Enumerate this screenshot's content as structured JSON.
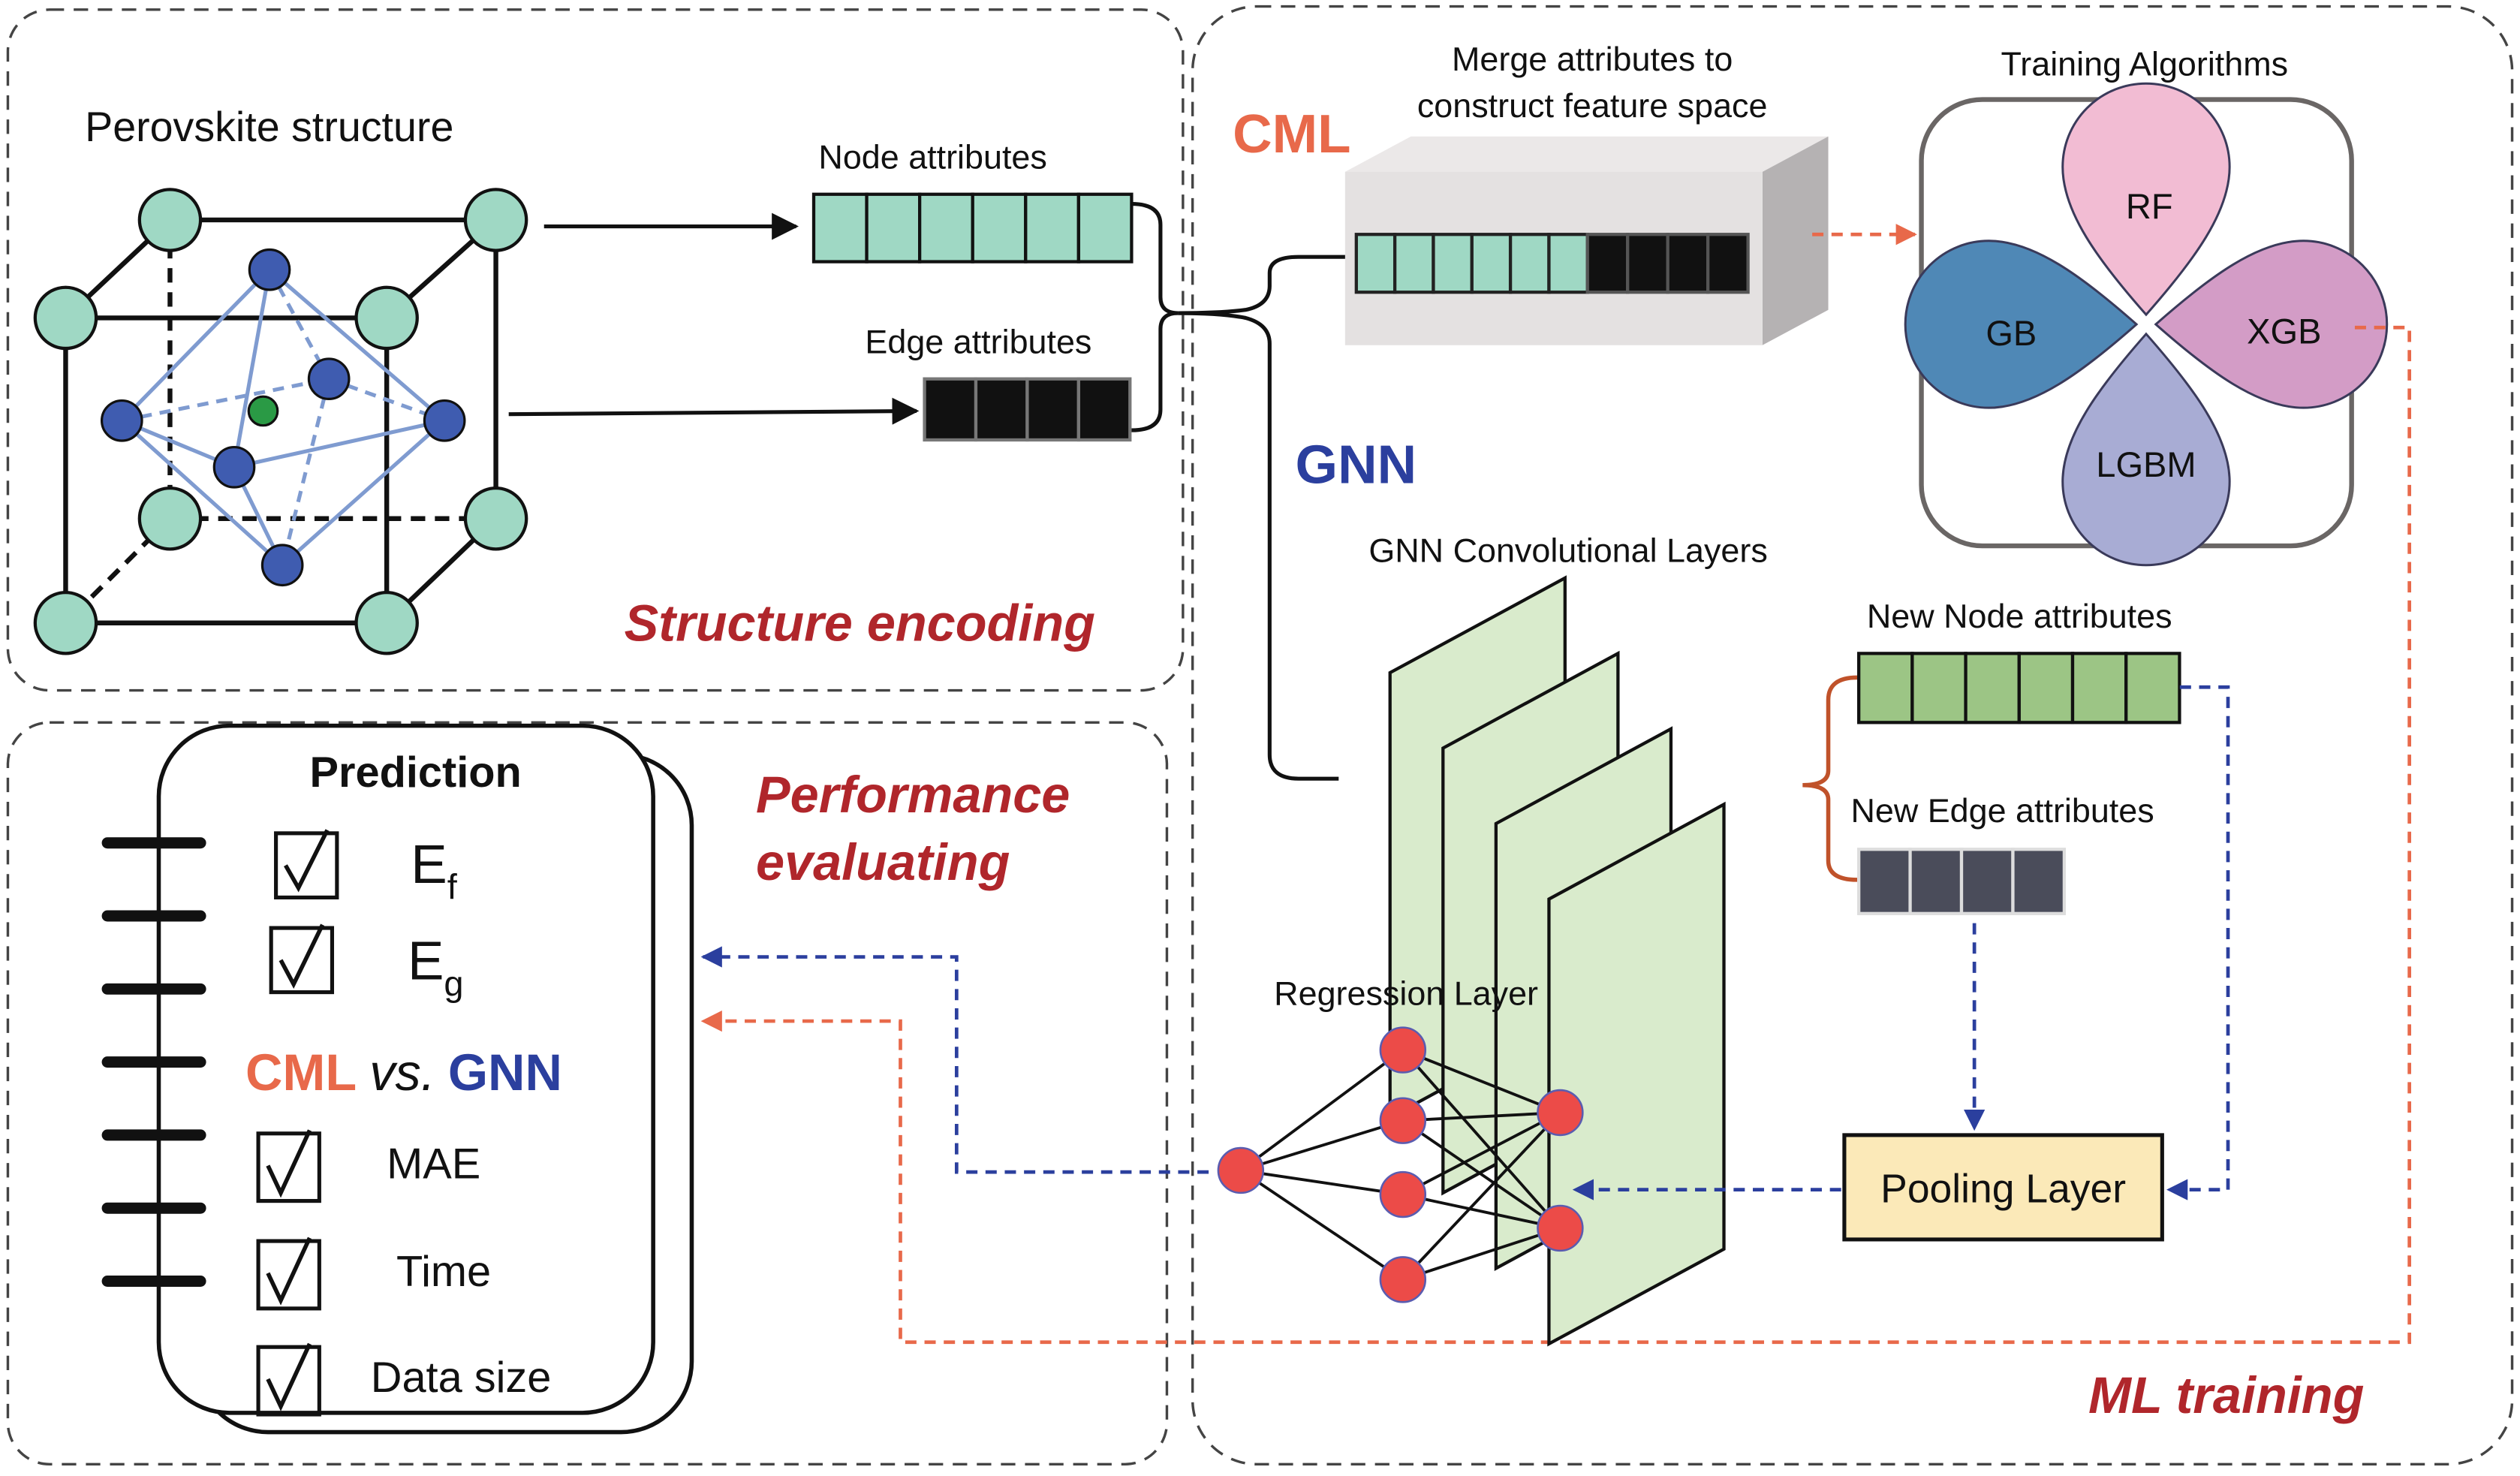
{
  "colors": {
    "node_teal": "#9fd8c4",
    "node_blue": "#3f5cb0",
    "center_green": "#2a9a45",
    "gnn_layer_fill": "#d9ebcc",
    "new_node_green": "#9cc585",
    "new_edge_gray": "#4a4c5a",
    "pooling_fill": "#fbe9b8",
    "neuron_red": "#ec4b48",
    "rf_pink": "#f2bcd3",
    "gb_blue": "#4f88b6",
    "xgb_purple": "#d39cc6",
    "lgbm_lavender": "#a8acd4",
    "cml_orange": "#e8694a",
    "gnn_blue": "#2b3f9e",
    "section_red": "#b0262b"
  },
  "structure_encoding": {
    "section_title": "Structure encoding",
    "perovskite_label": "Perovskite structure",
    "node_attributes_label": "Node attributes",
    "node_attribute_cells": 6,
    "edge_attributes_label": "Edge attributes",
    "edge_attribute_cells": 4
  },
  "ml_training": {
    "section_title": "ML training",
    "cml_label": "CML",
    "gnn_label": "GNN",
    "merge_label_line1": "Merge attributes to",
    "merge_label_line2": "construct feature space",
    "merged_teal_cells": 6,
    "merged_black_cells": 4,
    "training_algorithms_label": "Training Algorithms",
    "algorithms": [
      {
        "name": "RF",
        "position": "top"
      },
      {
        "name": "GB",
        "position": "left"
      },
      {
        "name": "XGB",
        "position": "right"
      },
      {
        "name": "LGBM",
        "position": "bottom"
      }
    ],
    "gnn_conv_label": "GNN Convolutional Layers",
    "gnn_conv_layer_count": 4,
    "new_node_label": "New Node attributes",
    "new_node_cells": 6,
    "new_edge_label": "New Edge attributes",
    "new_edge_cells": 4,
    "pooling_label": "Pooling Layer",
    "regression_label": "Regression Layer",
    "regression_layers": [
      1,
      4,
      2
    ]
  },
  "performance": {
    "section_title_line1": "Performance",
    "section_title_line2": "evaluating",
    "prediction_title": "Prediction",
    "targets": [
      {
        "base": "E",
        "sub": "f"
      },
      {
        "base": "E",
        "sub": "g"
      }
    ],
    "compare_cml": "CML",
    "compare_vs": "vs.",
    "compare_gnn": "GNN",
    "metrics": [
      "MAE",
      "Time",
      "Data size"
    ],
    "binder_rings": 7
  }
}
